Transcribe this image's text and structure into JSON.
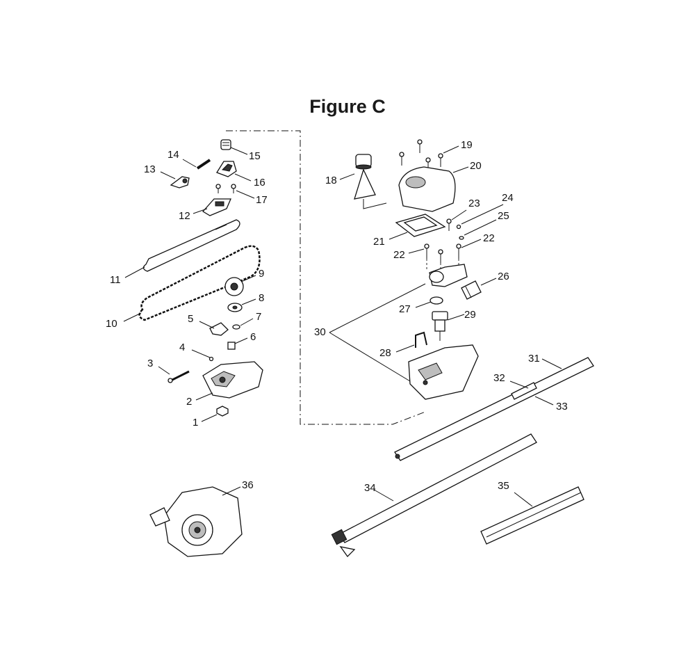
{
  "figure": {
    "title": "Figure C"
  },
  "callouts": [
    "1",
    "2",
    "3",
    "4",
    "5",
    "6",
    "7",
    "8",
    "9",
    "10",
    "11",
    "12",
    "13",
    "14",
    "15",
    "16",
    "17",
    "18",
    "19",
    "20",
    "21",
    "22",
    "22",
    "23",
    "24",
    "25",
    "26",
    "27",
    "28",
    "29",
    "30",
    "31",
    "32",
    "33",
    "34",
    "35",
    "36"
  ]
}
